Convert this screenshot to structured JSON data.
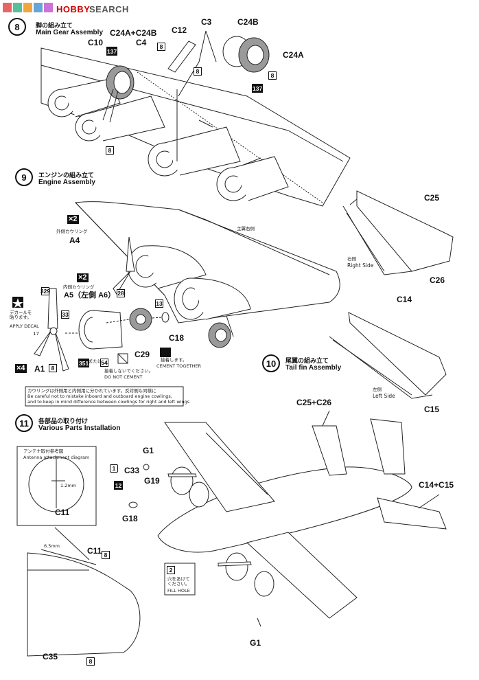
{
  "watermark": {
    "brand": "HOBBY",
    "site": "SEARCH"
  },
  "step8": {
    "num": "8",
    "jp": "脚の組み立て",
    "en": "Main Gear Assembly",
    "parts": {
      "c24ac24b": "C24A+C24B",
      "c4": "C4",
      "c10": "C10",
      "c12": "C12",
      "c3": "C3",
      "c24b": "C24B",
      "c24a": "C24A"
    },
    "codes": {
      "b137": "137",
      "b8": "8"
    }
  },
  "step9": {
    "num": "9",
    "jp": "エンジンの組み立て",
    "en": "Engine Assembly",
    "x2a": "×2",
    "outer_jp": "外側カウリング",
    "a4": "A4",
    "x2b": "×2",
    "inner_jp": "内側カウリング",
    "a5": "A5（左側 A6）",
    "main_wing_jp": "主翼右側",
    "c18": "C18",
    "c29": "C29",
    "p28": "28",
    "p13": "13",
    "p329": "329",
    "p33": "33",
    "p17": "17",
    "a1": "A1",
    "p8": "8",
    "x4": "×4",
    "p351": "351",
    "p54": "54",
    "mata": "または",
    "decal_jp": "デカールを\n貼ります。",
    "decal_en": "APPLY DECAL",
    "nocement_jp": "接着しないでください。",
    "nocement_en": "DO NOT CEMENT",
    "cement_jp": "接着します。",
    "cement_en": "CEMENT TOGETHER",
    "note_jp": "カウリングは外側用と内側用に分かれています。反対側も同様に",
    "note_en1": "Be careful not to mistake inboard and outboard engine cowlings,",
    "note_en2": "and to keep in mind difference between cowlings for right and left wings"
  },
  "step10": {
    "num": "10",
    "jp": "尾翼の組み立て",
    "en": "Tail fin Assembly",
    "c25": "C25",
    "c26": "C26",
    "c14": "C14",
    "c15": "C15",
    "right_jp": "右側",
    "right_en": "Right Side",
    "left_jp": "左側",
    "left_en": "Left Side"
  },
  "step11": {
    "num": "11",
    "jp": "各部品の取り付け",
    "en": "Various Parts Installation",
    "antenna_jp": "アンテナ取付参考図",
    "antenna_en": "Antenna attachment diagram",
    "dim12": "1.2mm",
    "c11a": "C11",
    "c11b": "C11",
    "p8a": "8",
    "dim65": "6.5mm",
    "c35": "C35",
    "p8b": "8",
    "g1a": "G1",
    "c33": "C33",
    "p12": "12",
    "g19": "G19",
    "g18": "G18",
    "circ1": "1",
    "circ2": "2",
    "fill_jp": "穴をあけて\nください。",
    "fill_en": "FILL HOLE",
    "c25c26": "C25+C26",
    "c14c15": "C14+C15",
    "g1b": "G1"
  }
}
